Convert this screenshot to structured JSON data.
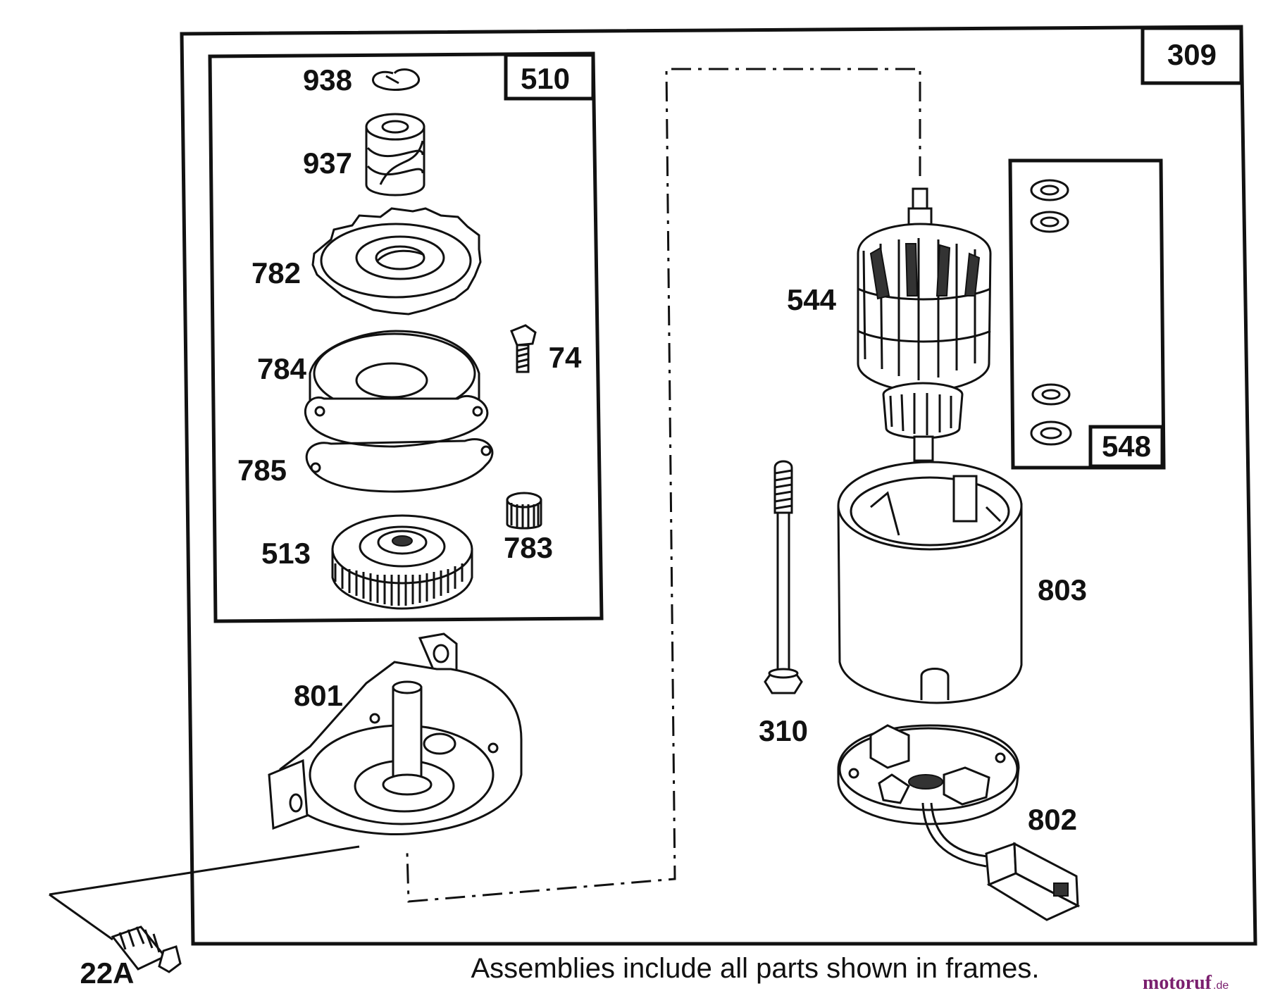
{
  "frames": {
    "outer": "309",
    "gear_assembly": "510",
    "washers": "548"
  },
  "parts": {
    "p938": "938",
    "p937": "937",
    "p782": "782",
    "p74": "74",
    "p784": "784",
    "p785": "785",
    "p513": "513",
    "p783": "783",
    "p801": "801",
    "p544": "544",
    "p310": "310",
    "p803": "803",
    "p802": "802",
    "p22A": "22A"
  },
  "footer_note": "Assemblies include all parts shown in frames.",
  "watermark": {
    "brand": "motoruf",
    "suffix": ".de",
    "brand_color": "#7a1f6e",
    "dot_color": "#e0a020"
  },
  "colors": {
    "ink": "#111111",
    "background": "#ffffff"
  }
}
